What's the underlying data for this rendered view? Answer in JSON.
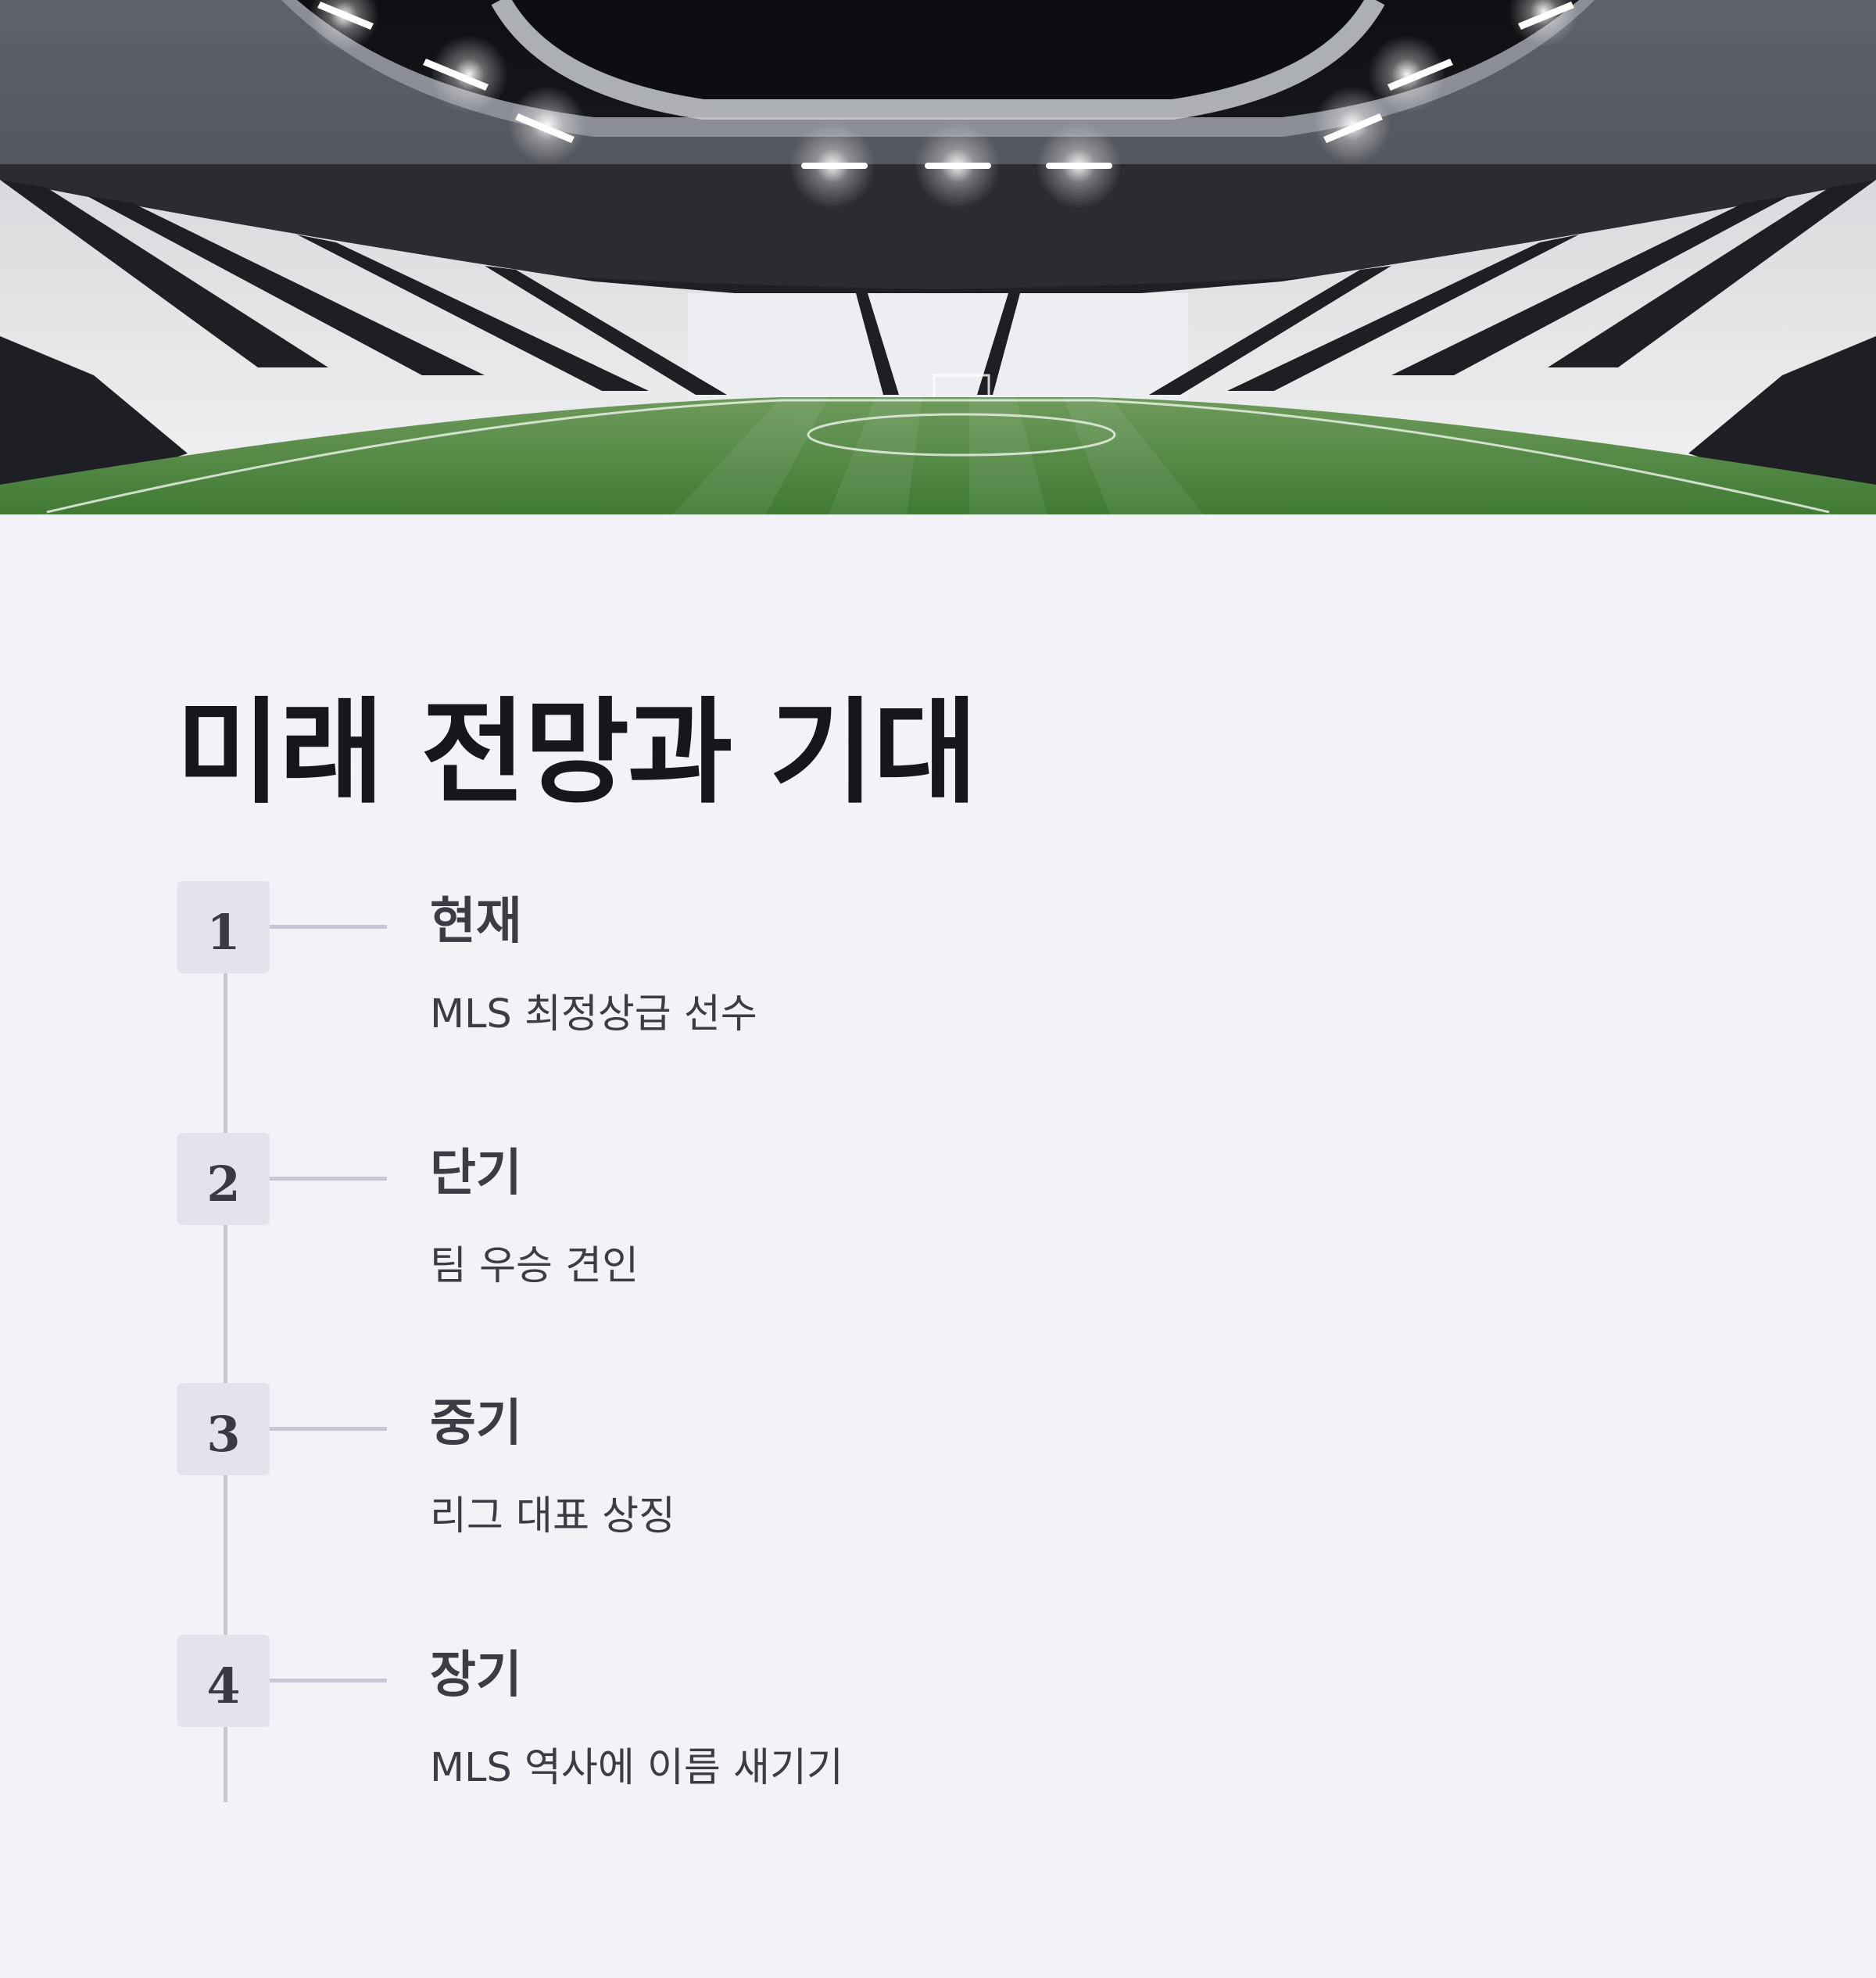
{
  "page": {
    "title": "미래 전망과 기대",
    "hero_image": "soccer-stadium-photo",
    "accent_color": "#c7c7d3",
    "box_color": "#e3e3ed",
    "background": "#f2f2f7"
  },
  "timeline": [
    {
      "number": "1",
      "label": "현재",
      "description": "MLS 최정상급 선수"
    },
    {
      "number": "2",
      "label": "단기",
      "description": "팀 우승 견인"
    },
    {
      "number": "3",
      "label": "중기",
      "description": "리그 대표 상징"
    },
    {
      "number": "4",
      "label": "장기",
      "description": "MLS 역사에 이름 새기기"
    }
  ]
}
